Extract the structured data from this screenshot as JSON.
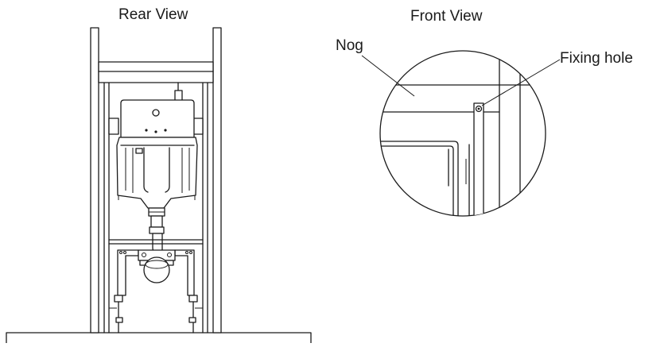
{
  "views": {
    "rear": {
      "title": "Rear View"
    },
    "front": {
      "title": "Front View"
    }
  },
  "callouts": {
    "nog": "Nog",
    "fixing_hole": "Fixing hole"
  }
}
